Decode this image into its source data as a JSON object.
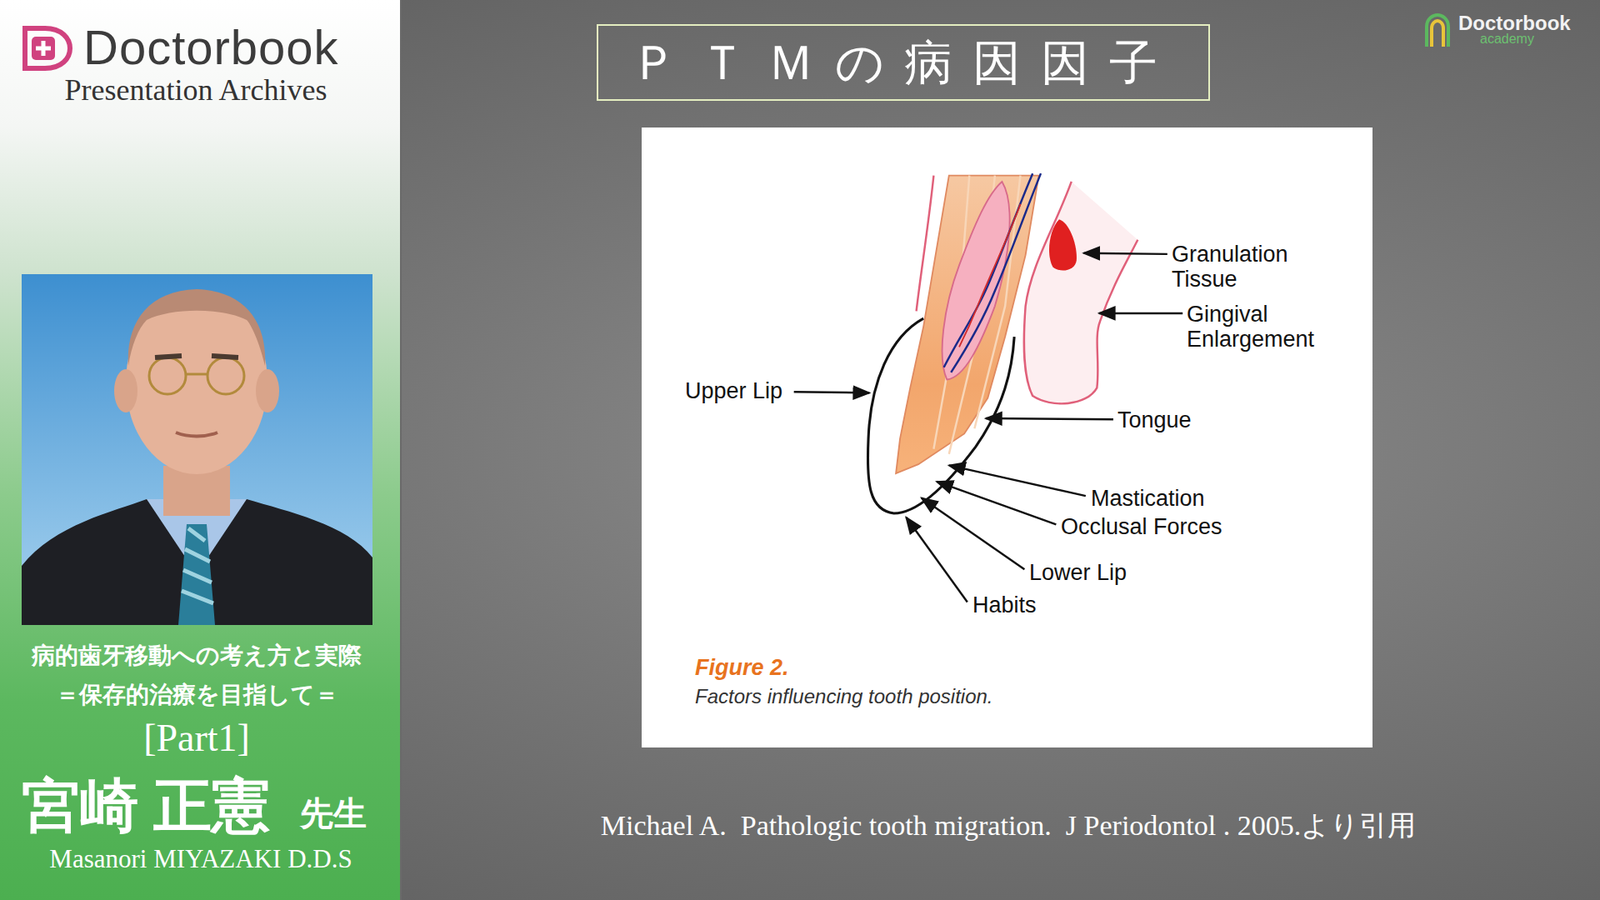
{
  "diagram": {
    "title": "ＰＴＭの病因因子",
    "caption": "Michael A.  Pathologic tooth migration.  J Periodontol . 2005.より引用",
    "labels": [
      "Doctorbook",
      "Presentation Archives",
      "病的歯牙移動への考え方と実際",
      "＝保存的治療を目指して＝",
      "[Part1]",
      "宮崎 正憲",
      "先生",
      "Masanori MIYAZAKI D.D.S",
      "Doctorbook",
      "academy",
      "Granulation Tissue",
      "Gingival Enlargement",
      "Upper Lip",
      "Tongue",
      "Mastication",
      "Occlusal Forces",
      "Lower Lip",
      "Habits",
      "Figure 2.",
      "Factors influencing tooth position."
    ]
  }
}
